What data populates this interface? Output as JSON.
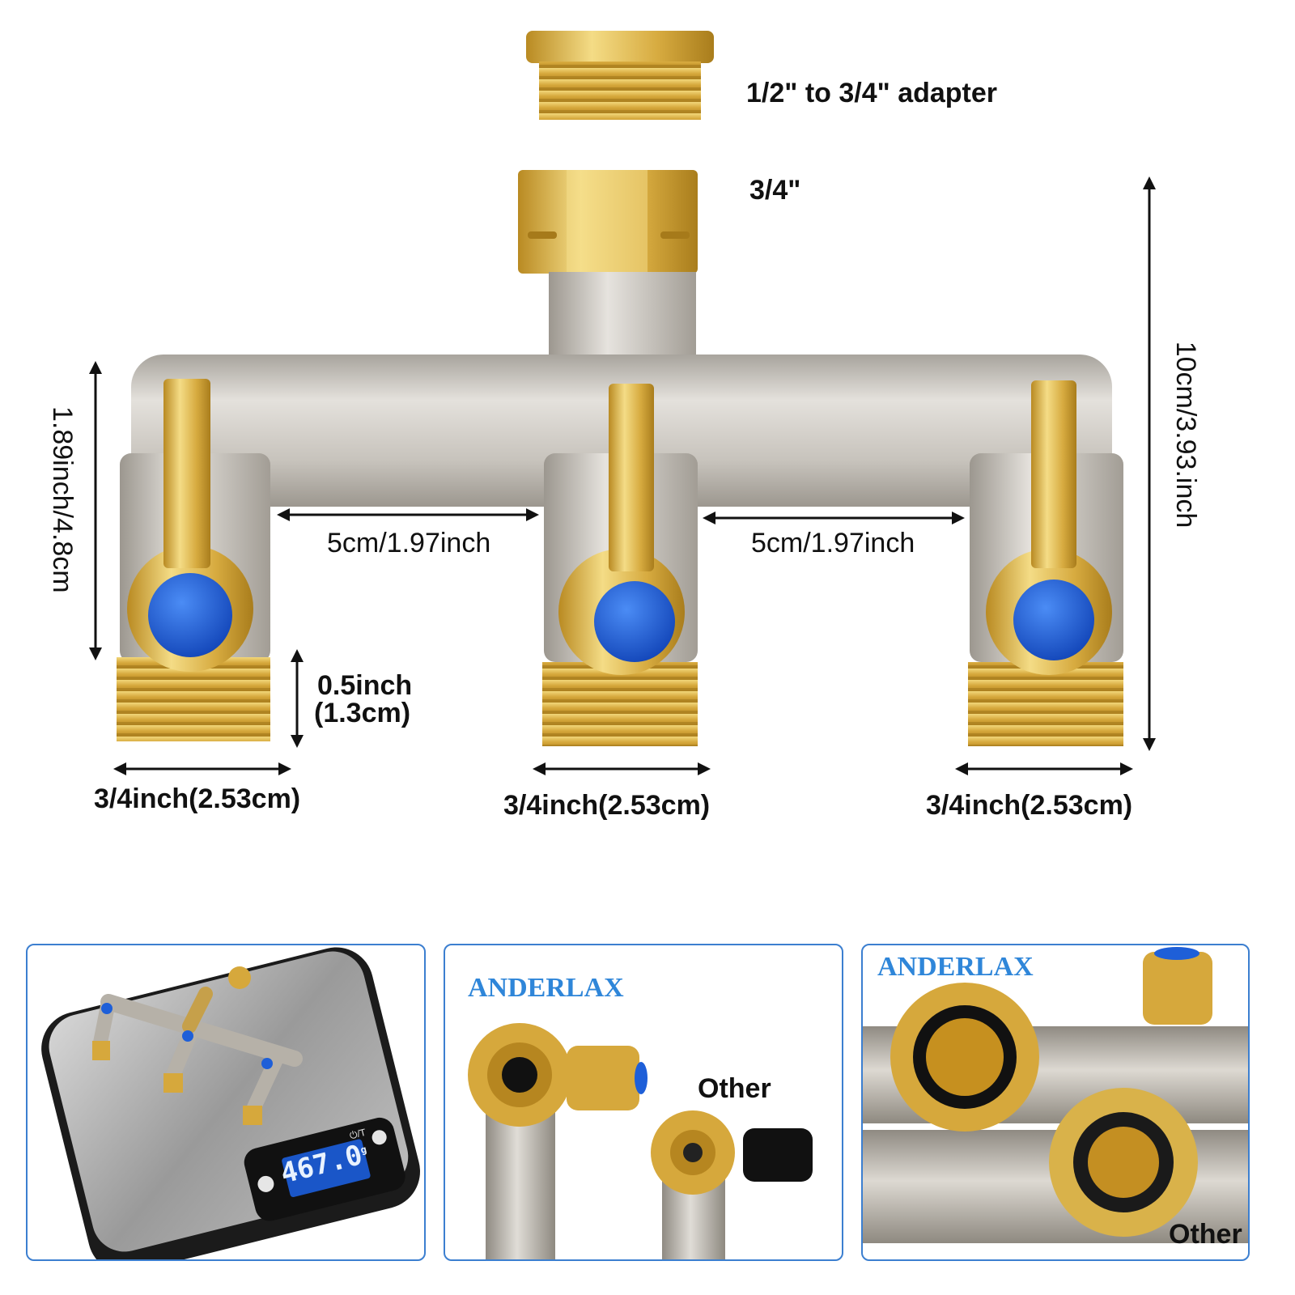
{
  "main": {
    "adapter_label": "1/2\" to 3/4\" adapter",
    "inlet_label": "3/4\"",
    "total_height_label": "10cm/3.93.inch",
    "outlet_height_label": "1.89inch/4.8cm",
    "spacing_left_label": "5cm/1.97inch",
    "spacing_right_label": "5cm/1.97inch",
    "thread_length_label_line1": "0.5inch",
    "thread_length_label_line2": "(1.3cm)",
    "outlet_width_labels": [
      "3/4inch(2.53cm)",
      "3/4inch(2.53cm)",
      "3/4inch(2.53cm)"
    ]
  },
  "panels": {
    "scale": {
      "display_value": "467.0",
      "unit": "g",
      "button_label": "⏻/T"
    },
    "compare_small": {
      "brand": "ANDERLAX",
      "other_label": "Other"
    },
    "compare_closeup": {
      "brand": "ANDERLAX",
      "other_label": "Other"
    }
  },
  "colors": {
    "brass": "#d9b24a",
    "chrome": "#c9c6c1",
    "valve_blue": "#1e5fd8",
    "frame_blue": "#3c7fd0",
    "brand_blue": "#2f86d9"
  }
}
